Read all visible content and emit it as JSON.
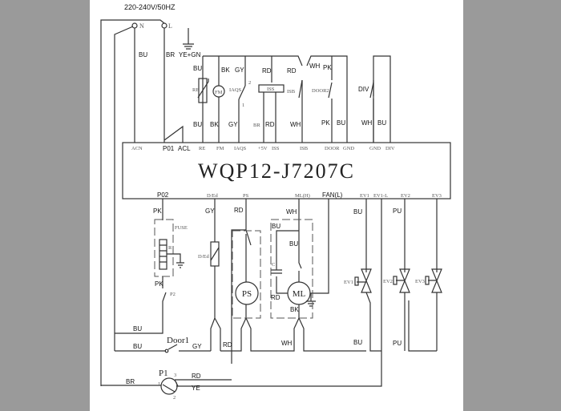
{
  "supply": {
    "voltage": "220-240V/50HZ",
    "n": "N",
    "l": "L",
    "bu": "BU",
    "br": "BR",
    "ground": "YE+GN"
  },
  "module": {
    "model": "WQP12-J7207C",
    "top_pins": [
      "ACN",
      "P01",
      "ACL",
      "RE",
      "FM",
      "IAQS",
      "+5V",
      "ISS",
      "ISB",
      "DOOR",
      "GND",
      "GND",
      "DIV"
    ],
    "bottom_pins": [
      "P02",
      "D/Ed",
      "PS",
      "ML(H)",
      "FAN(L)",
      "EV1",
      "EV1-L",
      "EV2",
      "EV3"
    ]
  },
  "top_wires_upper": [
    "BU",
    "BK",
    "GY",
    "RD",
    "RD",
    "WH",
    "PK"
  ],
  "top_wires_lower": [
    "BU",
    "BK",
    "GY",
    "BR",
    "RD",
    "WH",
    "PK",
    "BU",
    "WH",
    "BU"
  ],
  "top_components": {
    "re": "RE",
    "fm": "FM",
    "iaqs": "IAQS",
    "iaqs_2": "2",
    "iaqs_1": "1",
    "iss": "ISS",
    "isb": "ISB",
    "door2": "DOOR2",
    "div": "DIV"
  },
  "bottom_wires_upper": [
    "PK",
    "GY",
    "RD",
    "WH",
    "BU",
    "PU"
  ],
  "bottom_components": {
    "fuse": "FUSE",
    "r": "R",
    "ded": "D/Ed",
    "bu1": "BU",
    "bu2": "BU",
    "c": "C",
    "ps": "PS",
    "ml": "ML",
    "rd": "RD",
    "bk": "BK",
    "pk": "PK",
    "p2": "P2",
    "ev1": "EV1",
    "ev2": "EV2",
    "ev3": "EV3"
  },
  "bottom_wires_lower": [
    "BU",
    "BU",
    "GY",
    "RD",
    "WH",
    "BU",
    "PU"
  ],
  "door1": "Door1",
  "pump": {
    "label": "P1",
    "pin3": "3",
    "pin1": "1",
    "pin2": "2",
    "rd": "RD",
    "br": "BR",
    "ye": "YE"
  }
}
